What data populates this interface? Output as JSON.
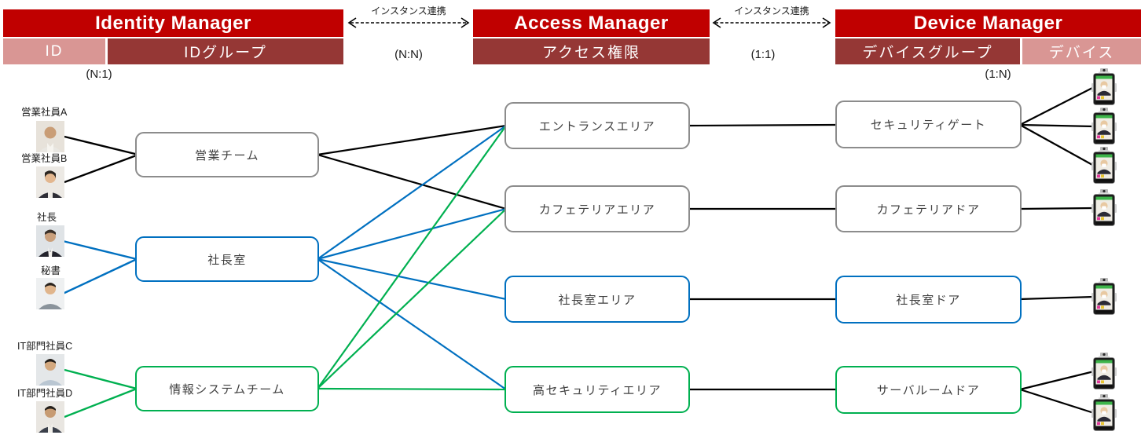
{
  "diagram_type": "identity-access-device relationship diagram",
  "colors": {
    "header_red": "#C00000",
    "subheader_light_pink": "#D99694",
    "subheader_dark_red": "#953735",
    "line_black": "#000000",
    "line_blue": "#0070C0",
    "line_green": "#00B050",
    "box_border_gray": "#8C8C8C"
  },
  "headers": {
    "identity": {
      "title": "Identity Manager",
      "sub_id": "ID",
      "sub_group": "IDグループ",
      "cardinality_below": "(N:1)"
    },
    "access": {
      "title": "Access Manager",
      "sub": "アクセス権限"
    },
    "device": {
      "title": "Device Manager",
      "sub_group": "デバイスグループ",
      "sub_device": "デバイス",
      "cardinality_below": "(1:N)"
    }
  },
  "connectors": [
    {
      "label": "インスタンス連携",
      "cardinality": "(N:N)"
    },
    {
      "label": "インスタンス連携",
      "cardinality": "(1:1)"
    }
  ],
  "users": [
    {
      "name": "営業社員A",
      "group": "営業チーム",
      "line_color": "#000000"
    },
    {
      "name": "営業社員B",
      "group": "営業チーム",
      "line_color": "#000000"
    },
    {
      "name": "社長",
      "group": "社長室",
      "line_color": "#0070C0"
    },
    {
      "name": "秘書",
      "group": "社長室",
      "line_color": "#0070C0"
    },
    {
      "name": "IT部門社員C",
      "group": "情報システムチーム",
      "line_color": "#00B050"
    },
    {
      "name": "IT部門社員D",
      "group": "情報システムチーム",
      "line_color": "#00B050"
    }
  ],
  "id_groups": [
    {
      "label": "営業チーム",
      "border": "gray"
    },
    {
      "label": "社長室",
      "border": "blue"
    },
    {
      "label": "情報システムチーム",
      "border": "green"
    }
  ],
  "access_areas": [
    {
      "label": "エントランスエリア",
      "border": "gray"
    },
    {
      "label": "カフェテリアエリア",
      "border": "gray"
    },
    {
      "label": "社長室エリア",
      "border": "blue"
    },
    {
      "label": "高セキュリティエリア",
      "border": "green"
    }
  ],
  "device_groups": [
    {
      "label": "セキュリティゲート",
      "border": "gray",
      "device_count": 3
    },
    {
      "label": "カフェテリアドア",
      "border": "gray",
      "device_count": 1
    },
    {
      "label": "社長室ドア",
      "border": "blue",
      "device_count": 1
    },
    {
      "label": "サーバルームドア",
      "border": "green",
      "device_count": 2
    }
  ],
  "connections": {
    "group_to_area": [
      {
        "from": "営業チーム",
        "to": [
          "エントランスエリア",
          "カフェテリアエリア"
        ],
        "color": "#000000"
      },
      {
        "from": "社長室",
        "to": [
          "エントランスエリア",
          "カフェテリアエリア",
          "社長室エリア",
          "高セキュリティエリア"
        ],
        "color": "#0070C0"
      },
      {
        "from": "情報システムチーム",
        "to": [
          "エントランスエリア",
          "カフェテリアエリア",
          "高セキュリティエリア"
        ],
        "color": "#00B050"
      }
    ],
    "area_to_device_group": [
      {
        "from": "エントランスエリア",
        "to": "セキュリティゲート"
      },
      {
        "from": "カフェテリアエリア",
        "to": "カフェテリアドア"
      },
      {
        "from": "社長室エリア",
        "to": "社長室ドア"
      },
      {
        "from": "高セキュリティエリア",
        "to": "サーバルームドア"
      }
    ]
  }
}
